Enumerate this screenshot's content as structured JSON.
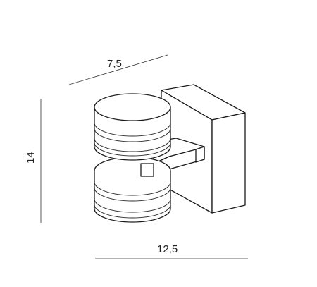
{
  "diagram": {
    "dimensions": {
      "depth": "7,5",
      "height": "14",
      "width": "12,5"
    },
    "colors": {
      "stroke": "#1a1a1a",
      "background": "#ffffff"
    }
  }
}
